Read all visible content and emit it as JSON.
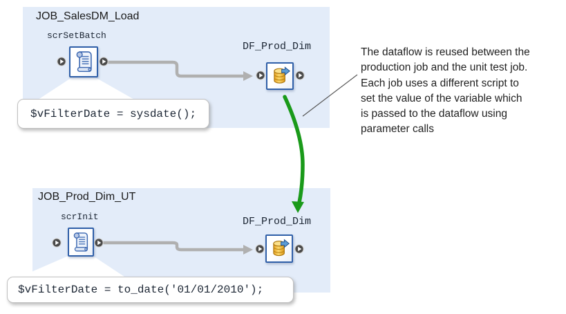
{
  "jobs": [
    {
      "title": "JOB_SalesDM_Load",
      "script_label": "scrSetBatch",
      "dataflow_label": "DF_Prod_Dim",
      "script_code": "$vFilterDate = sysdate();"
    },
    {
      "title": "JOB_Prod_Dim_UT",
      "script_label": "scrInit",
      "dataflow_label": "DF_Prod_Dim",
      "script_code": "$vFilterDate = to_date('01/01/2010');"
    }
  ],
  "annotation": {
    "lines": [
      "The dataflow is reused between the",
      "production job and the unit test job.",
      "Each job uses a different script to",
      "set the value of the variable which",
      "is passed to the dataflow using",
      "parameter calls"
    ]
  },
  "icons": {
    "script": "scroll-icon",
    "dataflow": "database-cylinder-arrow-icon",
    "connector": "play-connector-icon"
  },
  "colors": {
    "panel_fill": "#e3ecf9",
    "node_border": "#2f5fa8",
    "flow_arrow_gray": "#b0b0b0",
    "reuse_arrow_green": "#1a9a1a",
    "annotation_line": "#575757",
    "cylinder_gold": "#f0b636",
    "tooltip_border": "#c0c0c0"
  }
}
